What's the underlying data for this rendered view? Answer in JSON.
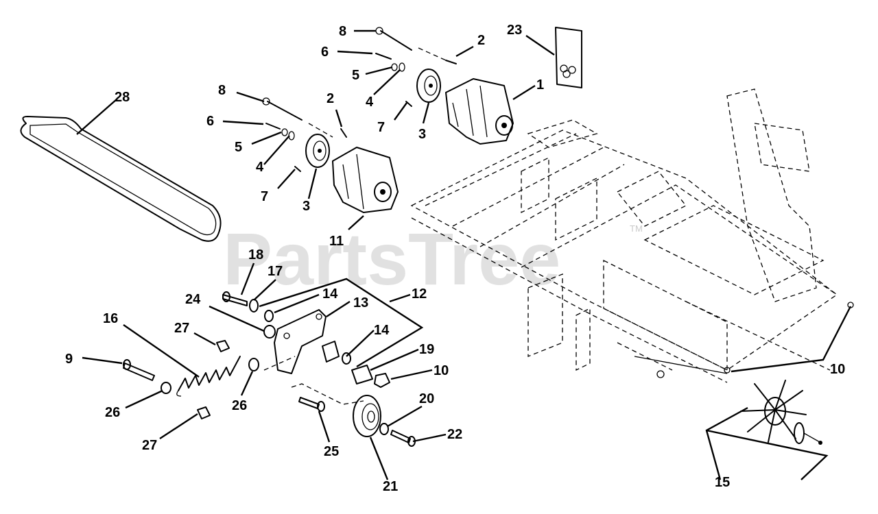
{
  "watermark": {
    "text": "PartsTree",
    "tm": "TM"
  },
  "callouts": {
    "c1": "1",
    "c2a": "2",
    "c2b": "2",
    "c3a": "3",
    "c3b": "3",
    "c4a": "4",
    "c4b": "4",
    "c5a": "5",
    "c5b": "5",
    "c6a": "6",
    "c6b": "6",
    "c7a": "7",
    "c7b": "7",
    "c8a": "8",
    "c8b": "8",
    "c9": "9",
    "c10a": "10",
    "c10b": "10",
    "c11": "11",
    "c12": "12",
    "c13": "13",
    "c14a": "14",
    "c14b": "14",
    "c15": "15",
    "c16": "16",
    "c17": "17",
    "c18": "18",
    "c19": "19",
    "c20": "20",
    "c21": "21",
    "c22": "22",
    "c23": "23",
    "c24": "24",
    "c25": "25",
    "c26a": "26",
    "c26b": "26",
    "c27a": "27",
    "c27b": "27",
    "c28": "28"
  }
}
